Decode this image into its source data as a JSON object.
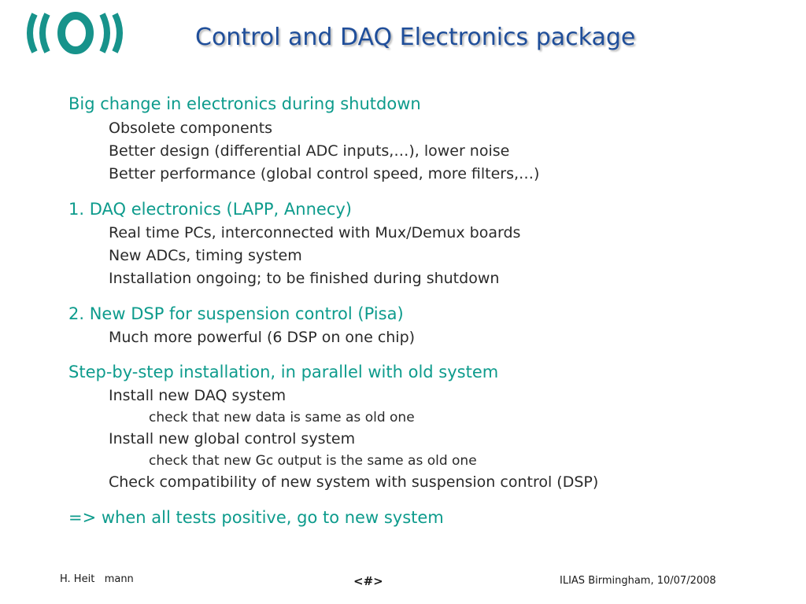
{
  "header": {
    "title": "Control and DAQ Electronics package"
  },
  "colors": {
    "title": "#1f4e9a",
    "heading": "#0d9b8c",
    "logo": "#17938b",
    "text": "#2a2a2a"
  },
  "lines": [
    "Big change in electronics during shutdown",
    "Obsolete components",
    "Better design (differential ADC inputs,…), lower noise",
    "Better performance (global control speed, more filters,…)",
    "1. DAQ electronics (LAPP, Annecy)",
    "Real time PCs, interconnected with Mux/Demux boards",
    "New ADCs, timing system",
    "Installation ongoing; to be finished during shutdown",
    "2. New DSP for suspension control (Pisa)",
    "Much more powerful (6 DSP on one chip)",
    "Step-by-step installation, in parallel with old system",
    "Install new DAQ system",
    "check that new data is same as old one",
    "Install new global control system",
    "check that new Gc output is the same as old one",
    "Check compatibility of new system with suspension control (DSP)",
    "=> when all tests positive, go to new system"
  ],
  "footer": {
    "author": "H. Heit   mann",
    "page": "<#>",
    "event": "ILIAS Birmingham, 10/07/2008"
  }
}
